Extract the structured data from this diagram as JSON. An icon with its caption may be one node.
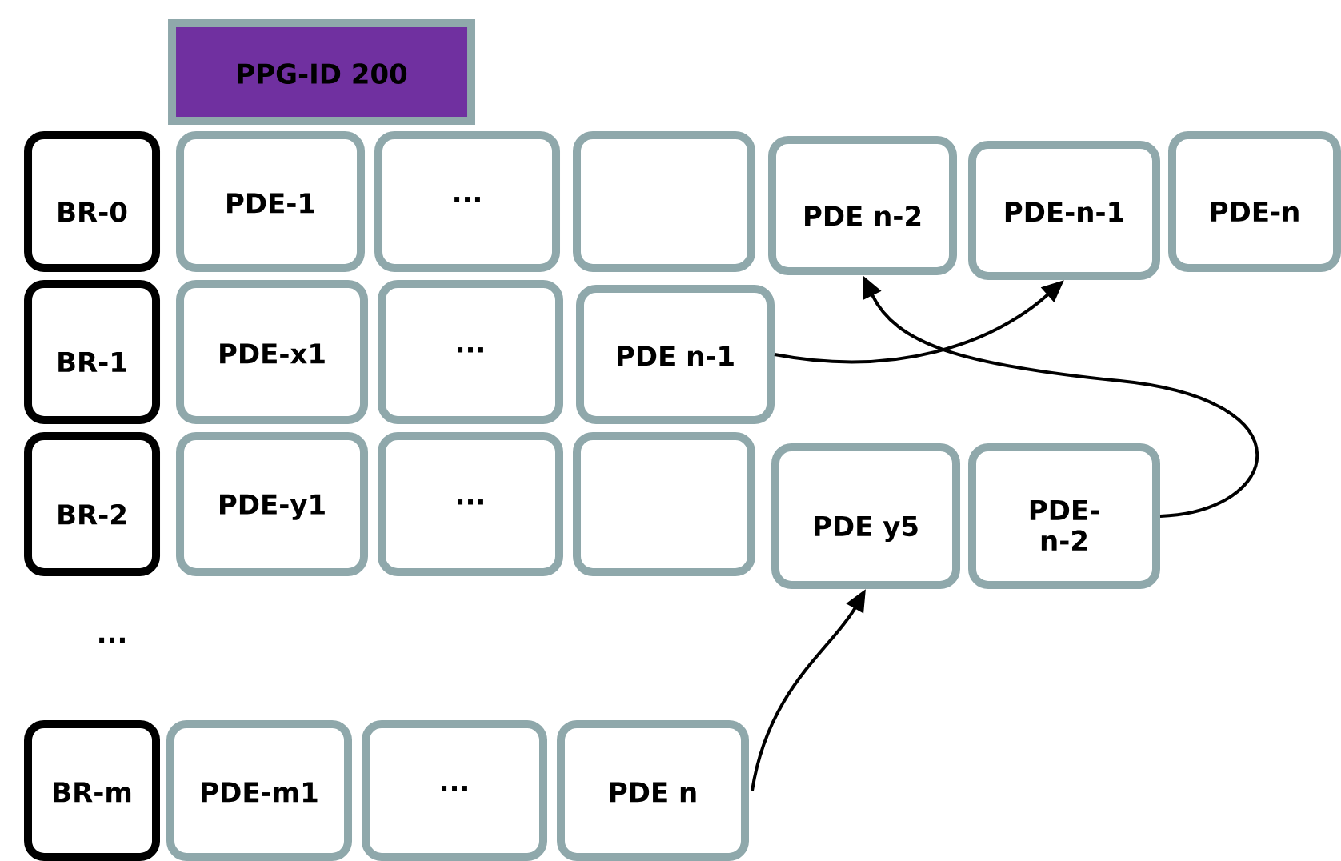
{
  "diagram": {
    "nodes": [
      {
        "text": [
          "PPG-ID 200"
        ]
      },
      {
        "text": [
          "BR-0"
        ]
      },
      {
        "text": [
          "PDE-1"
        ]
      },
      {
        "text": [
          "..."
        ]
      },
      {
        "text": [],
        "shape": "box"
      },
      {
        "text": [
          "PDE n-2"
        ]
      },
      {
        "text": [
          "PDE-n-1"
        ]
      },
      {
        "text": [
          "PDE-n"
        ]
      },
      {
        "text": [
          "BR-1"
        ]
      },
      {
        "text": [
          "PDE-x1"
        ]
      },
      {
        "text": [
          "..."
        ]
      },
      {
        "text": [
          "PDE n-1"
        ]
      },
      {
        "text": [
          "BR-2"
        ]
      },
      {
        "text": [
          "PDE-y1"
        ]
      },
      {
        "text": [
          "..."
        ]
      },
      {
        "text": [],
        "shape": "box"
      },
      {
        "text": [
          "PDE y5"
        ]
      },
      {
        "text": [
          "PDE- n-2"
        ]
      },
      {
        "text": [
          "BR-m"
        ]
      },
      {
        "text": [
          "PDE-m1"
        ]
      },
      {
        "text": [
          "..."
        ]
      },
      {
        "text": [
          "PDE n"
        ]
      }
    ],
    "edges": [
      {
        "from": 11,
        "to": 6,
        "arrow": "to"
      },
      {
        "from": 17,
        "to": 5,
        "arrow": "to"
      },
      {
        "from": 21,
        "to": 16,
        "arrow": "to"
      }
    ],
    "labels": [
      "..."
    ]
  }
}
